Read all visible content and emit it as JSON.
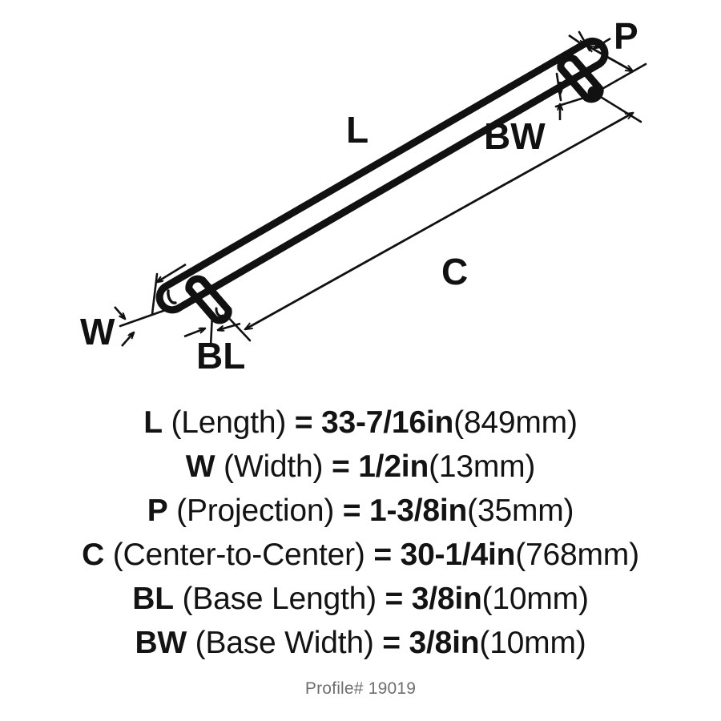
{
  "diagram": {
    "title": "Bar pull technical dimension drawing",
    "callouts": [
      {
        "key": "L",
        "label": "L"
      },
      {
        "key": "P",
        "label": "P"
      },
      {
        "key": "BW",
        "label": "BW"
      },
      {
        "key": "C",
        "label": "C"
      },
      {
        "key": "W",
        "label": "W"
      },
      {
        "key": "BL",
        "label": "BL"
      }
    ],
    "line_color": "#111111",
    "background_color": "#ffffff"
  },
  "specs": [
    {
      "code": "L",
      "name": " (Length)",
      "equals": " = ",
      "value": "33-7/16in",
      "metric": "(849mm)"
    },
    {
      "code": "W",
      "name": " (Width)",
      "equals": " = ",
      "value": "1/2in",
      "metric": "(13mm)"
    },
    {
      "code": "P",
      "name": " (Projection)",
      "equals": " = ",
      "value": "1-3/8in",
      "metric": "(35mm)"
    },
    {
      "code": "C",
      "name": " (Center-to-Center)",
      "equals": " = ",
      "value": "30-1/4in",
      "metric": "(768mm)"
    },
    {
      "code": "BL",
      "name": " (Base Length)",
      "equals": " = ",
      "value": "3/8in",
      "metric": "(10mm)"
    },
    {
      "code": "BW",
      "name": " (Base Width)",
      "equals": " = ",
      "value": "3/8in",
      "metric": "(10mm)"
    }
  ],
  "footer": {
    "profile": "Profile# 19019"
  }
}
